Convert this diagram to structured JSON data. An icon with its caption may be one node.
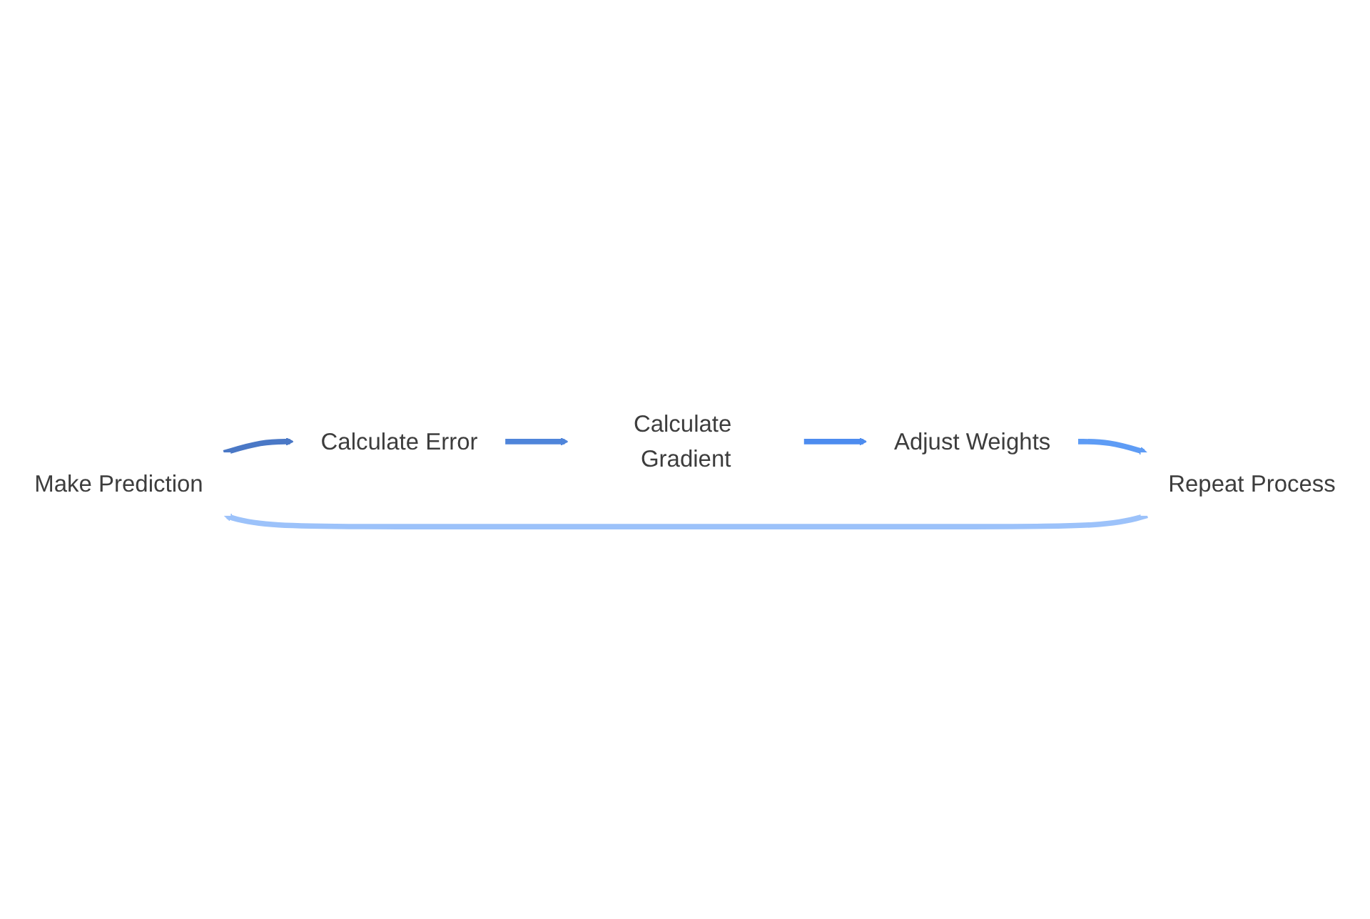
{
  "diagram": {
    "nodes": [
      {
        "text": [
          "Make Prediction"
        ]
      },
      {
        "text": [
          "Calculate Error"
        ]
      },
      {
        "text": [
          "Calculate Gradient"
        ]
      },
      {
        "text": [
          "Adjust Weights"
        ]
      },
      {
        "text": [
          "Repeat Process"
        ]
      }
    ],
    "edges": [
      {
        "from": 0,
        "to": 1,
        "arrow": "to",
        "color": "#4a78c6"
      },
      {
        "from": 1,
        "to": 2,
        "arrow": "to",
        "color": "#4f85da"
      },
      {
        "from": 2,
        "to": 3,
        "arrow": "to",
        "color": "#4d8cef"
      },
      {
        "from": 3,
        "to": 4,
        "arrow": "to",
        "color": "#5e9cf5"
      },
      {
        "from": 4,
        "to": 0,
        "arrow": "to",
        "color": "#9cc2fa"
      }
    ]
  }
}
